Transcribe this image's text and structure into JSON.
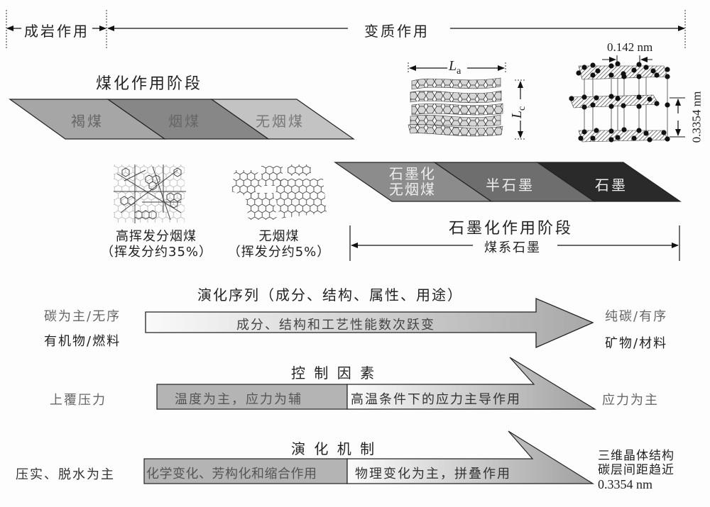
{
  "timeline": {
    "diagenesis_label": "成岩作用",
    "metamorphism_label": "变质作用"
  },
  "coalification": {
    "title": "煤化作用阶段",
    "stages": [
      {
        "label": "褐煤",
        "color": "#a6a6a6"
      },
      {
        "label": "烟煤",
        "color": "#878787"
      },
      {
        "label": "无烟煤",
        "color": "#c3c3c3"
      }
    ],
    "structures": [
      {
        "line1": "高挥发分烟煤",
        "line2": "（挥发分约35%）"
      },
      {
        "line1": "无烟煤",
        "line2": "（挥发分约5%）"
      }
    ]
  },
  "graphitization": {
    "title": "石墨化作用阶段",
    "span_label": "煤系石墨",
    "stages": [
      {
        "line1": "石墨化",
        "line2": "无烟煤",
        "color": "#8c8c8c"
      },
      {
        "line1": "半石墨",
        "line2": "",
        "color": "#6e6e6e"
      },
      {
        "line1": "石墨",
        "line2": "",
        "color": "#2a2a2a"
      }
    ]
  },
  "crystal": {
    "la_label": "L",
    "la_sub": "a",
    "lc_label": "L",
    "lc_sub": "c",
    "bond_length": "0.142 nm",
    "interlayer": "0.3354 nm"
  },
  "evolution_sequence": {
    "title": "演化序列（成分、结构、属性、用途）",
    "arrow_text": "成分、结构和工艺性能数次跃变",
    "left_line1": "碳为主/无序",
    "left_line2": "有机物/燃料",
    "right_line1": "纯碳/有序",
    "right_line2": "矿物/材料"
  },
  "control_factors": {
    "title": "控 制 因 素",
    "left_label": "上覆压力",
    "segment1": "温度为主，应力为辅",
    "segment2": "高温条件下的应力主导作用",
    "right_label": "应力为主"
  },
  "mechanism": {
    "title": "演 化 机 制",
    "left_label": "压实、脱水为主",
    "segment1": "化学变化、芳构化和缩合作用",
    "segment2": "物理变化为主，拼叠作用",
    "right_line1": "三维晶体结构",
    "right_line2": "碳层间距趋近",
    "right_line3": "0.3354 nm"
  }
}
